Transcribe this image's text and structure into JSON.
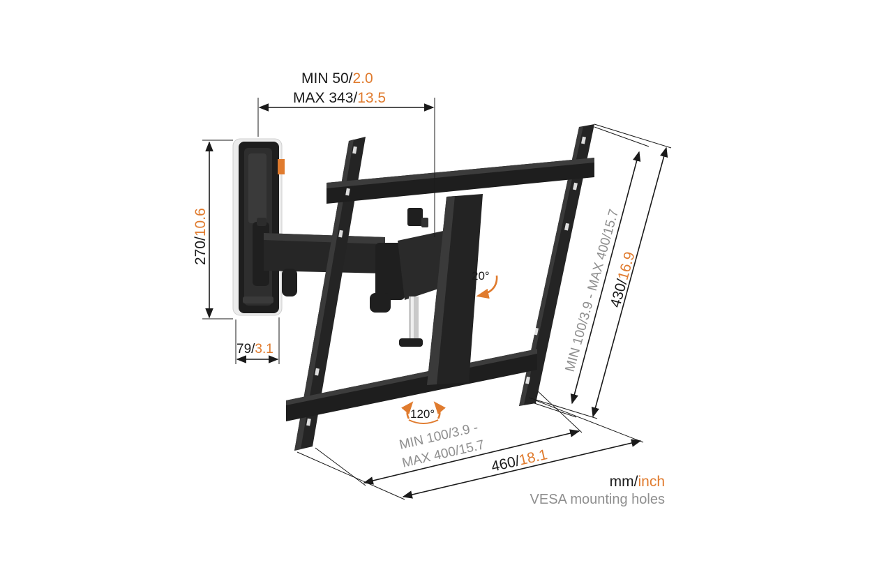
{
  "colors": {
    "dark": "#1a1a1a",
    "metal": "#2b2b2b",
    "orange": "#e07b2e",
    "gray": "#8f8f8f",
    "line": "#1a1a1a"
  },
  "dimensions": {
    "depth_min": {
      "mm": "MIN 50/",
      "inch": "2.0"
    },
    "depth_max": {
      "mm": "MAX 343/",
      "inch": "13.5"
    },
    "wall_height": {
      "mm": "270/",
      "inch": "10.6"
    },
    "wall_width": {
      "mm": "79/",
      "inch": "3.1"
    },
    "vesa_vertical": {
      "text": "MIN 100/3.9 - MAX 400/15.7"
    },
    "total_height": {
      "mm": "430/",
      "inch": "16.9"
    },
    "vesa_horizontal_line1": "MIN 100/3.9 -",
    "vesa_horizontal_line2": "MAX 400/15.7",
    "total_width": {
      "mm": "460/",
      "inch": "18.1"
    }
  },
  "angles": {
    "tilt": "20°",
    "swivel": "120°"
  },
  "legend": {
    "units_mm": "mm/",
    "units_inch": "inch",
    "vesa_note": "VESA mounting holes"
  }
}
